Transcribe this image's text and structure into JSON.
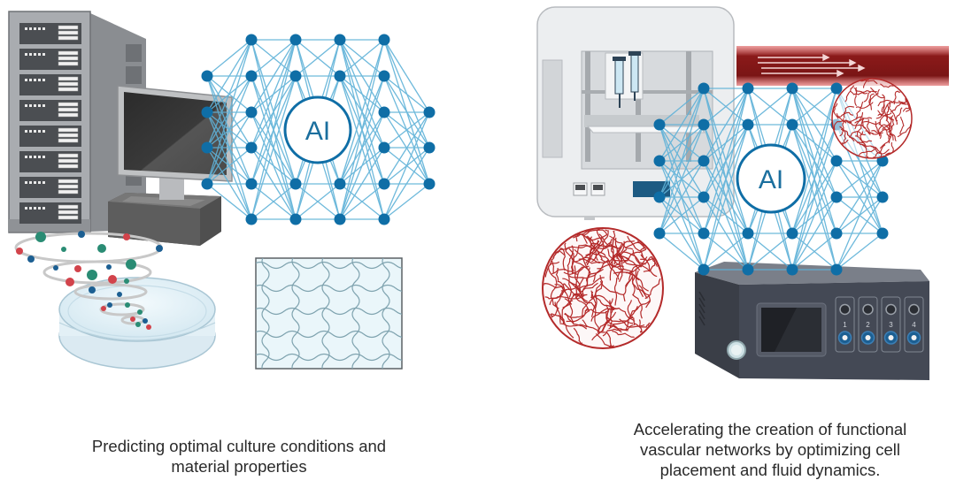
{
  "panels": [
    {
      "id": "left",
      "network_label": "AI",
      "caption_lines": [
        "Predicting optimal culture conditions and",
        "material properties"
      ],
      "illustrations": [
        "server-rack",
        "desktop-computer",
        "petri-dish-with-particle-spiral",
        "hydrogel-mesh-pattern",
        "neural-network"
      ]
    },
    {
      "id": "right",
      "network_label": "AI",
      "caption_lines": [
        "Accelerating the creation of functional",
        "vascular networks by optimizing cell",
        "placement and fluid dynamics."
      ],
      "illustrations": [
        "3d-bioprinter",
        "blood-vessel-flow",
        "vascularized-spheroid-small",
        "vascularized-spheroid-large",
        "perfusion-pump-controller",
        "neural-network"
      ],
      "pump_channels": [
        "1",
        "2",
        "3",
        "4"
      ]
    }
  ],
  "colors": {
    "node": "#0f6ea6",
    "edge": "#5fb2d8",
    "vessel": "#b42a2a",
    "vessel_dark": "#7a1717",
    "device_dark": "#3f4450",
    "device_light": "#e9ebed",
    "particle_teal": "#2a8c74",
    "particle_red": "#d2434b",
    "particle_blue": "#1c5f92"
  }
}
